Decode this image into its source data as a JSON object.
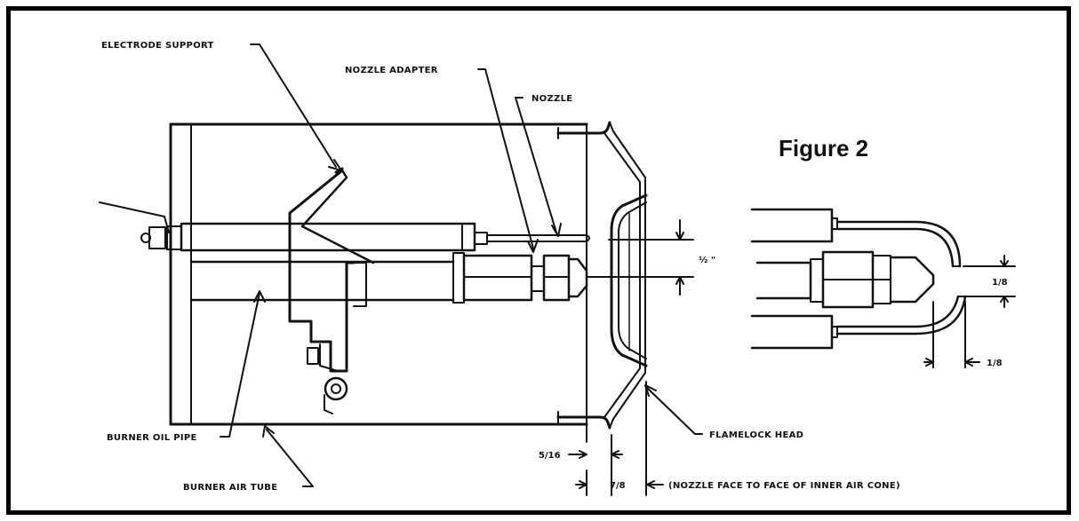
{
  "figure_title": "Figure 2",
  "labels": {
    "electrode_support": "ELECTRODE SUPPORT",
    "nozzle_adapter": "NOZZLE ADAPTER",
    "nozzle": "NOZZLE",
    "burner_oil_pipe": "BURNER OIL PIPE",
    "burner_air_tube": "BURNER AIR TUBE",
    "flamelock_head": "FLAMELOCK HEAD",
    "inner_air_cone_note": "(NOZZLE FACE TO FACE OF INNER AIR CONE)"
  },
  "dimensions": {
    "electrode_height": "½ \"",
    "nozzle_setback": "5/16",
    "cone_depth": "7/8",
    "electrode_gap": "1/8",
    "electrode_tip_offset": "1/8"
  },
  "colors": {
    "ink": "#111111",
    "background": "#ffffff"
  }
}
